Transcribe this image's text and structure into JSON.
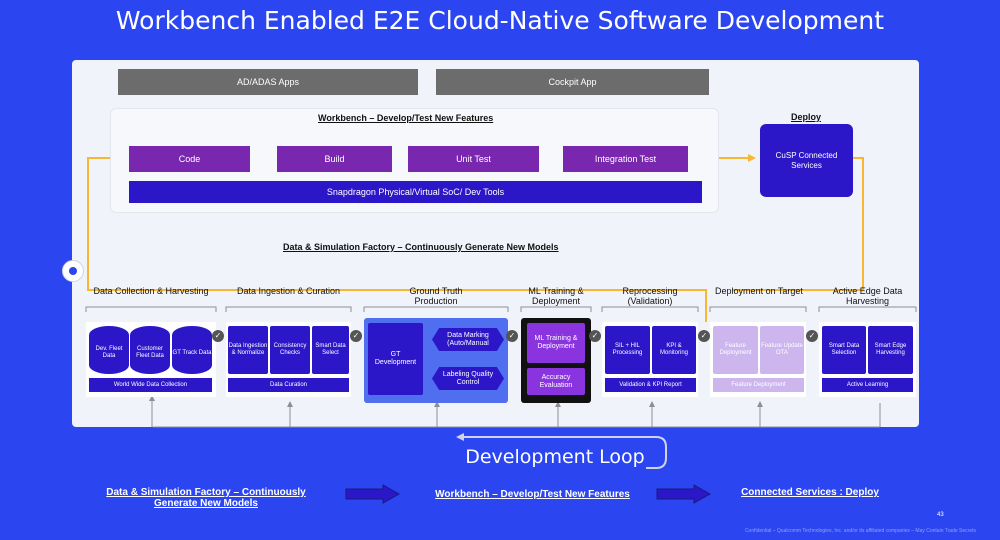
{
  "title": "Workbench Enabled E2E Cloud-Native Software Development",
  "apps": {
    "adas": "AD/ADAS Apps",
    "cockpit": "Cockpit App"
  },
  "workbench": {
    "heading": "Workbench – Develop/Test New Features",
    "buttons": [
      "Code",
      "Build",
      "Unit Test",
      "Integration Test"
    ],
    "soc_bar": "Snapdragon Physical/Virtual SoC/ Dev Tools"
  },
  "deploy": {
    "heading": "Deploy",
    "cusp": "CuSP Connected Services"
  },
  "factory_heading": "Data & Simulation Factory – Continuously Generate  New Models",
  "stages": [
    {
      "title": "Data Collection & Harvesting",
      "items": [
        "Dev. Fleet Data",
        "Customer Fleet Data",
        "GT Track Data"
      ],
      "footer": "World Wide Data Collection"
    },
    {
      "title": "Data Ingestion & Curation",
      "items": [
        "Data Ingestion & Normalize",
        "Consistency Checks",
        "Smart Data Select"
      ],
      "footer": "Data Curation"
    },
    {
      "title": "Ground Truth Production",
      "gt": "GT Development",
      "marking": "Data Marking (Auto/Manual",
      "labeling": "Labeling Quality Control"
    },
    {
      "title": "ML Training & Deployment",
      "training": "ML Training & Deployment",
      "accuracy": "Accuracy Evaluation"
    },
    {
      "title": "Reprocessing (Validation)",
      "items": [
        "SIL + HIL Processing",
        "KPI & Monitoring"
      ],
      "footer": "Validation & KPI Report"
    },
    {
      "title": "Deployment on Target",
      "items": [
        "Feature Deployment",
        "Feature Update OTA"
      ],
      "footer": "Feature Deployment"
    },
    {
      "title": "Active Edge Data Harvesting",
      "items": [
        "Smart Data Selection",
        "Smart Edge Harvesting"
      ],
      "footer": "Active Learning"
    }
  ],
  "loop_label": "Development Loop",
  "bottom": {
    "factory": "Data & Simulation Factory – Continuously Generate  New Models",
    "workbench": "Workbench – Develop/Test New Features",
    "services": "Connected Services : Deploy"
  },
  "page_number": "43",
  "confidential": "Confidential – Qualcomm Technologies, Inc. and/or its affiliated companies – May Contain Trade Secrets",
  "colors": {
    "background": "#2b46f0",
    "navy": "#2b16c8",
    "purple": "#7a27b0",
    "orange": "#f7b731",
    "gray": "#6c6c6c"
  }
}
